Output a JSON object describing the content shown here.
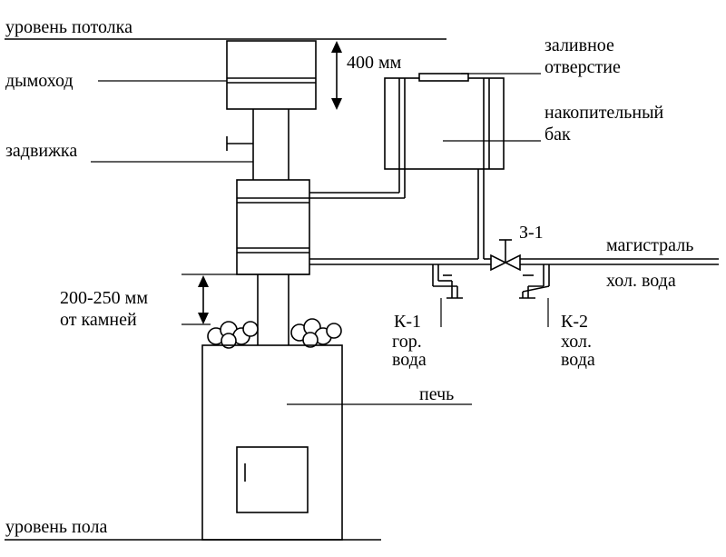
{
  "labels": {
    "ceiling_level": "уровень потолка",
    "chimney": "дымоход",
    "damper": "задвижка",
    "distance_400": "400 мм",
    "filler_hole_1": "заливное",
    "filler_hole_2": "отверстие",
    "storage_tank_1": "накопительный",
    "storage_tank_2": "бак",
    "valve_z1": "З-1",
    "mains": "магистраль",
    "cold_water": "хол. вода",
    "distance_200_1": "200-250 мм",
    "distance_200_2": "от камней",
    "k1": "К-1",
    "k1_hot_1": "гор.",
    "k1_hot_2": "вода",
    "k2": "К-2",
    "k2_cold_1": "хол.",
    "k2_cold_2": "вода",
    "stove": "печь",
    "floor_level": "уровень пола"
  }
}
